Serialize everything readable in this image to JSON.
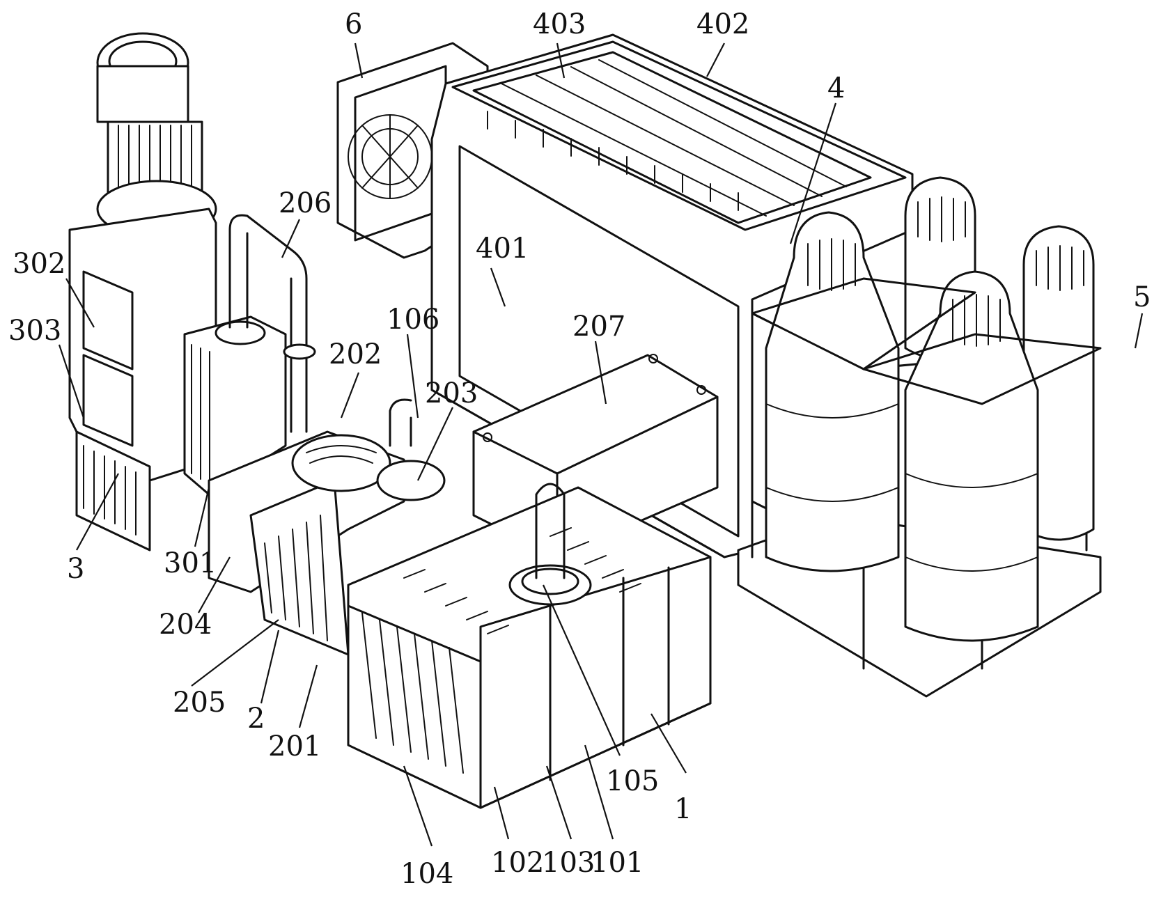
{
  "labels": {
    "l_6": "6",
    "l_403": "403",
    "l_402": "402",
    "l_4": "4",
    "l_206": "206",
    "l_302": "302",
    "l_401": "401",
    "l_303": "303",
    "l_106": "106",
    "l_207": "207",
    "l_202": "202",
    "l_203": "203",
    "l_5": "5",
    "l_3": "3",
    "l_301": "301",
    "l_204": "204",
    "l_205": "205",
    "l_2": "2",
    "l_201": "201",
    "l_105": "105",
    "l_1": "1",
    "l_104": "104",
    "l_102": "102",
    "l_103": "103",
    "l_101": "101"
  }
}
